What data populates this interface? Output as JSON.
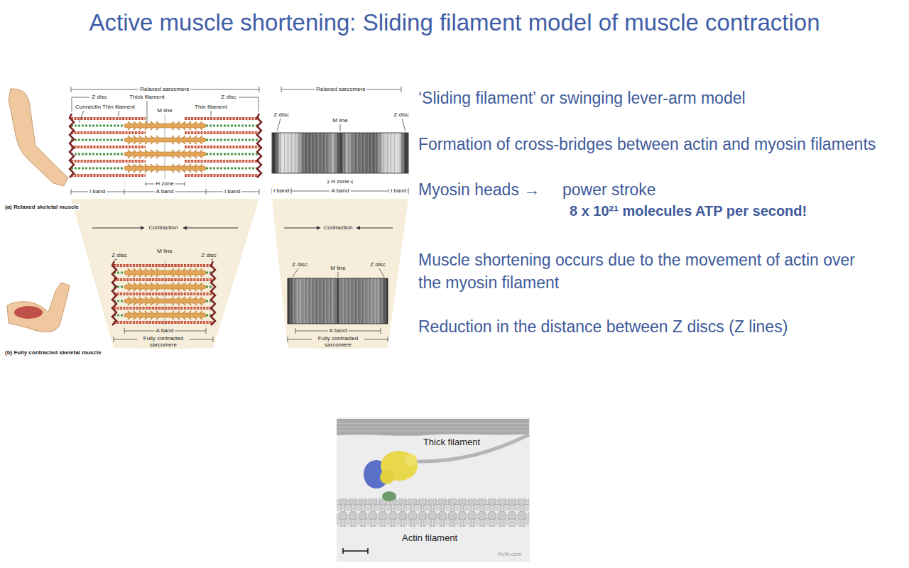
{
  "diagram": {
    "title": "Active muscle shortening: Sliding filament model of muscle contraction",
    "labels": [
      "Relaxed sarcomere",
      "Z disc",
      "Thick filament",
      "Z disc",
      "Connectin",
      "Thin filament",
      "M line",
      "Thin filament",
      "H zone",
      "I band",
      "A band",
      "I band",
      "(a) Relaxed skeletal muscle",
      "Contraction",
      "M line",
      "Z disc",
      "Z disc",
      "A band",
      "Fully contracted sarcomere",
      "(b) Fully contracted skeletal muscle",
      "Relaxed sarcomere",
      "Z disc",
      "M line",
      "Z disc",
      "H zone",
      "I band",
      "A band",
      "I band",
      "Contraction",
      "Z disc",
      "M line",
      "Z disc",
      "A band",
      "Fully contracted sarcomere",
      "‘Sliding filament’ or swinging lever-arm model",
      "Formation of cross-bridges between actin and myosin filaments",
      "Myosin heads →",
      "power stroke",
      "8 x 10²¹ molecules ATP per second!",
      "Muscle shortening occurs due to the movement of actin over the myosin filament",
      "Reduction in the distance between Z discs (Z lines)",
      "Thick filament",
      "Actin filament",
      "fiVth.com"
    ]
  }
}
